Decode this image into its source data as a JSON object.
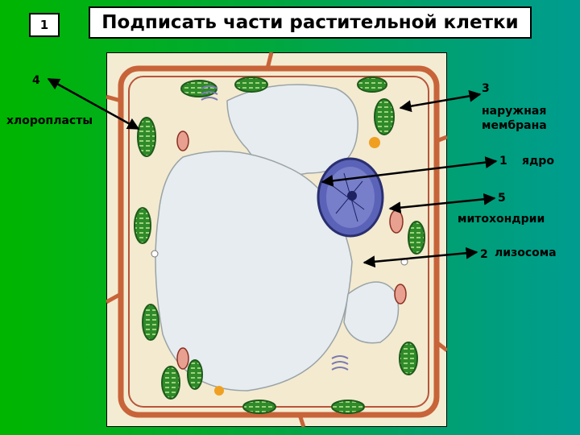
{
  "slide": {
    "number": "1",
    "title": "Подписать части растительной клетки"
  },
  "labels": {
    "chloroplasts_num": "4",
    "chloroplasts": "хлоропласты",
    "membrane_num": "3",
    "membrane_line1": "наружная",
    "membrane_line2": "мембрана",
    "nucleus_num": "1",
    "nucleus": "ядро",
    "mito_num": "5",
    "mito": "митохондрии",
    "lyso_num": "2",
    "lyso": "лизосома"
  },
  "colors": {
    "background_left": "#00b500",
    "background_right": "#009c90",
    "cell_wall": "#c8643a",
    "cytoplasm": "#f3ead0",
    "vacuole": "#e6ecef",
    "chloroplast": "#2f8a2a",
    "nucleus": "#5b63b8",
    "arrow": "#000000"
  }
}
